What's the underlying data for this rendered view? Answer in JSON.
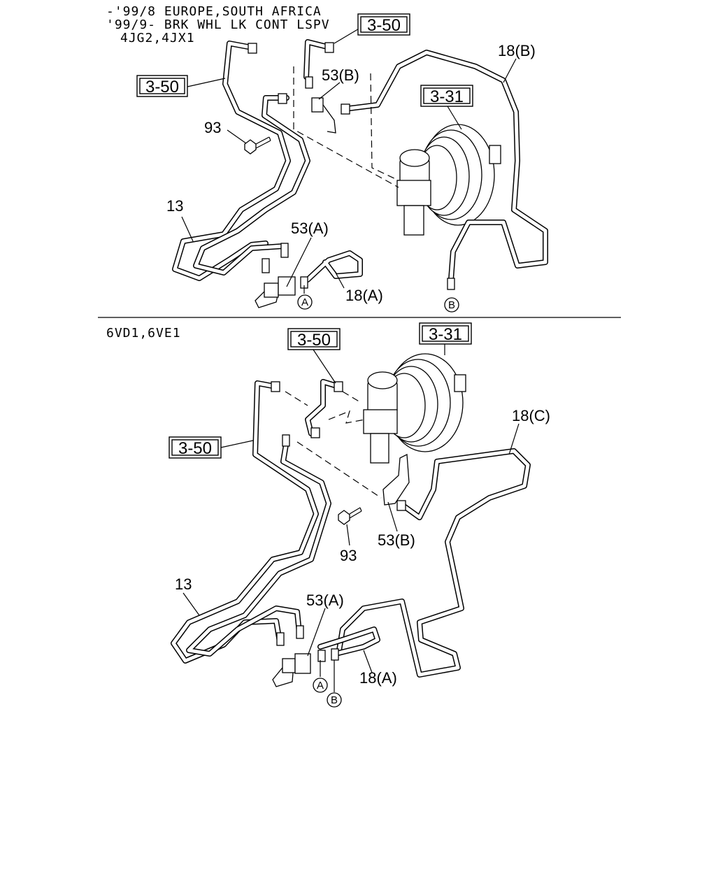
{
  "header_top": {
    "line1": "-'99/8 EUROPE,SOUTH AFRICA",
    "line2": "'99/9- BRK WHL LK CONT LSPV",
    "line3": "4JG2,4JX1"
  },
  "header_bottom": {
    "line1": "6VD1,6VE1"
  },
  "top_labels": {
    "ref_a": "3-50",
    "ref_b": "3-50",
    "ref_c": "3-31",
    "p18b": "18(B)",
    "p53b": "53(B)",
    "p93": "93",
    "p13": "13",
    "p53a": "53(A)",
    "p18a": "18(A)",
    "mark_a": "A",
    "mark_b": "B"
  },
  "bottom_labels": {
    "ref_a": "3-50",
    "ref_b": "3-50",
    "ref_c": "3-31",
    "p18c": "18(C)",
    "p53b": "53(B)",
    "p93": "93",
    "p13": "13",
    "p53a": "53(A)",
    "p18a": "18(A)",
    "mark_a": "A",
    "mark_b": "B"
  }
}
